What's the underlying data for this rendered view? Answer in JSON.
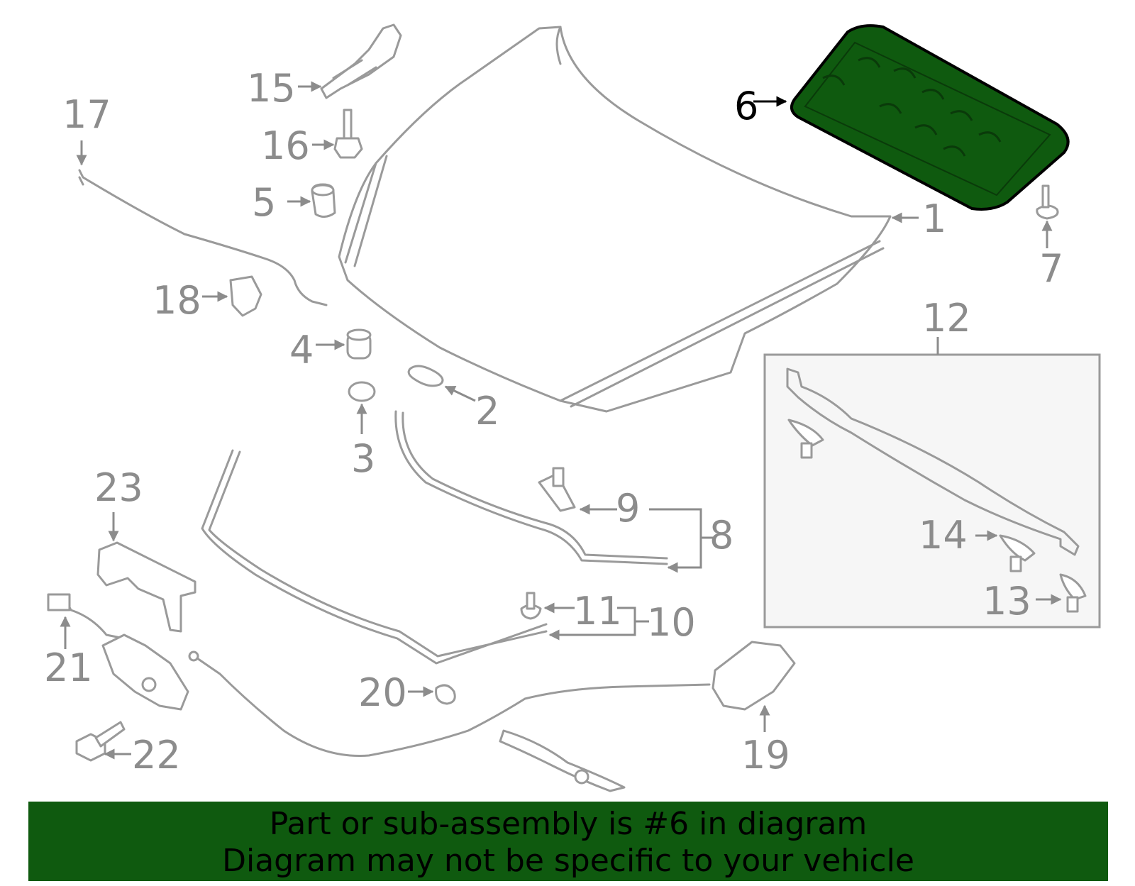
{
  "diagram": {
    "callouts": {
      "c1": "1",
      "c2": "2",
      "c3": "3",
      "c4": "4",
      "c5": "5",
      "c6": "6",
      "c7": "7",
      "c8": "8",
      "c9": "9",
      "c10": "10",
      "c11": "11",
      "c12": "12",
      "c13": "13",
      "c14": "14",
      "c15": "15",
      "c16": "16",
      "c17": "17",
      "c18": "18",
      "c19": "19",
      "c20": "20",
      "c21": "21",
      "c22": "22",
      "c23": "23"
    },
    "highlight_part": "6",
    "colors": {
      "line": "#9a9a9a",
      "highlight": "#0f5a0f",
      "banner": "#0f5a0f",
      "inset_bg": "#f6f6f6"
    }
  },
  "banner": {
    "line1": "Part or sub-assembly is #6 in diagram",
    "line2": "Diagram may not be specific to your vehicle"
  }
}
